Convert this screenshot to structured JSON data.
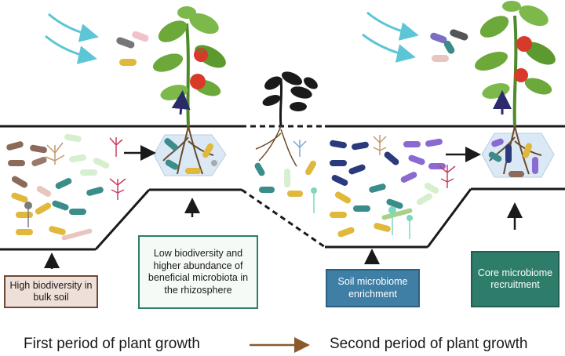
{
  "labels": {
    "bulk_soil": "High biodiversity in bulk soil",
    "rhizosphere": "Low biodiversity and higher abundance of beneficial microbiota in the rhizosphere",
    "soil_enrichment": "Soil microbiome enrichment",
    "core_recruitment": "Core microbiome recruitment"
  },
  "periods": {
    "first": "First period of plant growth",
    "second": "Second period of plant growth"
  },
  "colors": {
    "ground_line": "#1a1a1a",
    "wind_arrow": "#5cc5d6",
    "period_arrow": "#8b5a2b",
    "growth_arrow": "#2b2a6b",
    "tomato": "#d83a2a",
    "leaf": "#6da83a",
    "root": "#6b4a2a"
  },
  "icons": [
    "wind-arrow-icon",
    "tomato-plant-icon",
    "bacteria-icon",
    "fungi-icon",
    "root-icon",
    "zoom-hexagon-icon"
  ]
}
